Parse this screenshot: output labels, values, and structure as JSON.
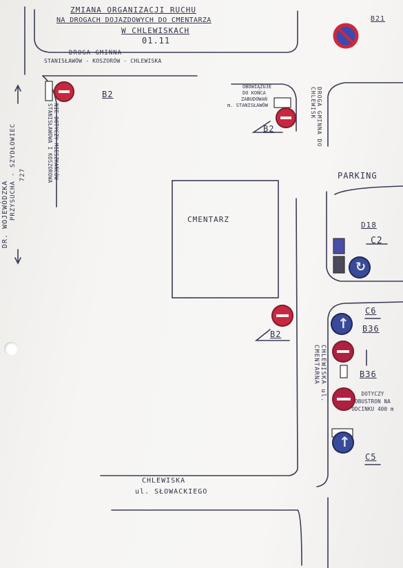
{
  "header": {
    "line1": "ZMIANA ORGANIZACJI RUCHU",
    "line2": "NA DROGACH DOJAZDOWYCH DO CMENTARZA",
    "line3": "W CHLEWISKACH",
    "line4": "01.11"
  },
  "roads": {
    "droga_gminna_title": "DROGA GMINNA",
    "droga_gminna_sub": "STANISŁAWÓW - KOSZORÓW - CHLEWISKA",
    "droga_wojewodzka_line1": "DR. WOJEWÓDZKA",
    "droga_wojewodzka_line2": "PRZYSUCHA - SZYDŁOWIEC",
    "droga_wojewodzka_number": "727",
    "droga_gminna_do_chlewisk": "DROGA GMINNA DO CHLEWISK",
    "cmentarna": "CHLEWISKA ul. CMENTARNA",
    "skowackiego_line1": "CHLEWISKA",
    "skowackiego_line2": "ul. SŁOWACKIEGO"
  },
  "labels": {
    "cmentarz": "CMENTARZ",
    "parking": "PARKING",
    "b21": "B21",
    "b2_a": "B2",
    "b2_b": "B2",
    "b2_c": "B2",
    "d18": "D18",
    "c2": "C2",
    "c6": "C6",
    "b36_a": "B36",
    "b36_b": "B36",
    "c5": "C5",
    "nie_dotyczy": "NIE DOTYCZY MIESZKAŃCÓW STANISŁAWOWA I KOSZOROWA",
    "dotyczy_obustron": "DOTYCZY OBUSTRON NA ODCINKU 400 m",
    "obowiazuje_line1": "OBOWIĄZUJE",
    "obowiazuje_line2": "DO KOŃCA",
    "obowiazuje_line3": "ZABUDOWAŃ",
    "obowiazuje_line4": "m. STANISŁAWÓW"
  },
  "colors": {
    "ink": "#30304a",
    "sign_red": "#c8283f",
    "sign_blue": "#3a4a9a",
    "paper": "#f6f5f3"
  }
}
